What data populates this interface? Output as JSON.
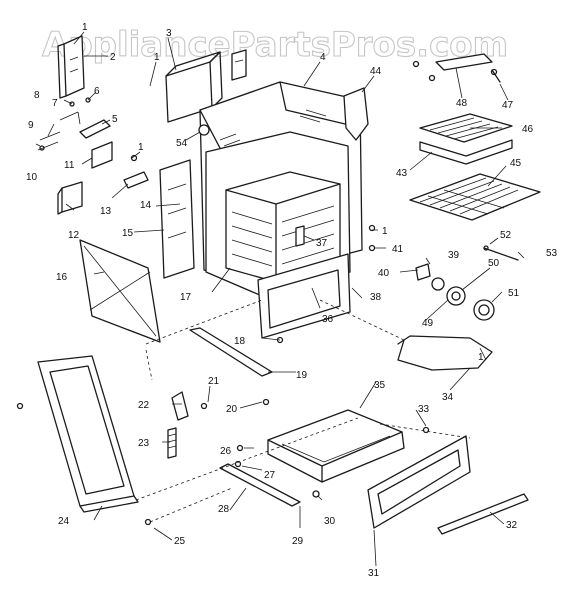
{
  "watermark": {
    "text": "AppliancePartsPros.com",
    "color": "#bdbdbd"
  },
  "callouts": [
    {
      "id": "c1a",
      "label": "1"
    },
    {
      "id": "c2",
      "label": "2"
    },
    {
      "id": "c1b",
      "label": "1"
    },
    {
      "id": "c3",
      "label": "3"
    },
    {
      "id": "c4",
      "label": "4"
    },
    {
      "id": "c44",
      "label": "44"
    },
    {
      "id": "c48",
      "label": "48"
    },
    {
      "id": "c47",
      "label": "47"
    },
    {
      "id": "c6",
      "label": "6"
    },
    {
      "id": "c8",
      "label": "8"
    },
    {
      "id": "c7",
      "label": "7"
    },
    {
      "id": "c9",
      "label": "9"
    },
    {
      "id": "c5",
      "label": "5"
    },
    {
      "id": "c10",
      "label": "10"
    },
    {
      "id": "c11",
      "label": "11"
    },
    {
      "id": "c54",
      "label": "54"
    },
    {
      "id": "c1c",
      "label": "1"
    },
    {
      "id": "c46",
      "label": "46"
    },
    {
      "id": "c43",
      "label": "43"
    },
    {
      "id": "c45",
      "label": "45"
    },
    {
      "id": "c13",
      "label": "13"
    },
    {
      "id": "c14",
      "label": "14"
    },
    {
      "id": "c12",
      "label": "12"
    },
    {
      "id": "c15",
      "label": "15"
    },
    {
      "id": "c16",
      "label": "16"
    },
    {
      "id": "c37",
      "label": "37"
    },
    {
      "id": "c1d",
      "label": "1"
    },
    {
      "id": "c41",
      "label": "41"
    },
    {
      "id": "c52",
      "label": "52"
    },
    {
      "id": "c53",
      "label": "53"
    },
    {
      "id": "c39",
      "label": "39"
    },
    {
      "id": "c40",
      "label": "40"
    },
    {
      "id": "c50",
      "label": "50"
    },
    {
      "id": "c51",
      "label": "51"
    },
    {
      "id": "c17",
      "label": "17"
    },
    {
      "id": "c36",
      "label": "36"
    },
    {
      "id": "c38",
      "label": "38"
    },
    {
      "id": "c49",
      "label": "49"
    },
    {
      "id": "c18",
      "label": "18"
    },
    {
      "id": "c1e",
      "label": "1"
    },
    {
      "id": "c34",
      "label": "34"
    },
    {
      "id": "c19",
      "label": "19"
    },
    {
      "id": "c21",
      "label": "21"
    },
    {
      "id": "c22",
      "label": "22"
    },
    {
      "id": "c20",
      "label": "20"
    },
    {
      "id": "c35",
      "label": "35"
    },
    {
      "id": "c33",
      "label": "33"
    },
    {
      "id": "c23",
      "label": "23"
    },
    {
      "id": "c26",
      "label": "26"
    },
    {
      "id": "c27",
      "label": "27"
    },
    {
      "id": "c24",
      "label": "24"
    },
    {
      "id": "c28",
      "label": "28"
    },
    {
      "id": "c30",
      "label": "30"
    },
    {
      "id": "c32",
      "label": "32"
    },
    {
      "id": "c25",
      "label": "25"
    },
    {
      "id": "c29",
      "label": "29"
    },
    {
      "id": "c31",
      "label": "31"
    }
  ]
}
